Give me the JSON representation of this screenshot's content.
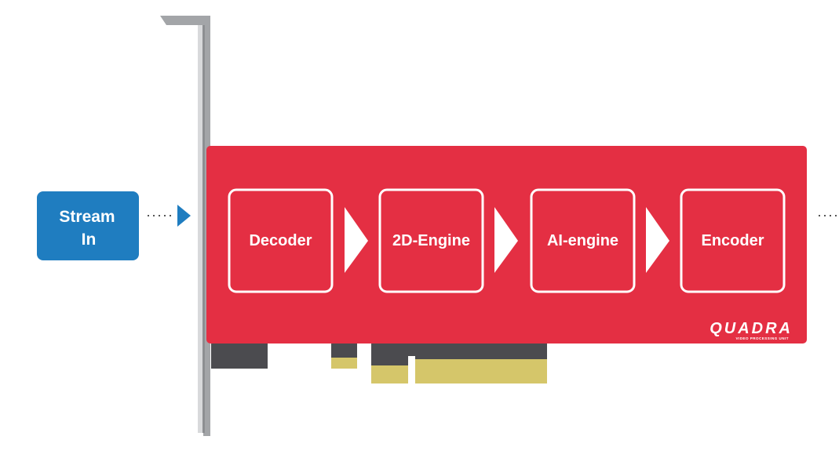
{
  "input": {
    "label_line1": "Stream",
    "label_line2": "In"
  },
  "stages": [
    {
      "label": "Decoder"
    },
    {
      "label": "2D-Engine"
    },
    {
      "label": "AI-engine"
    },
    {
      "label": "Encoder"
    }
  ],
  "brand": {
    "logo_text": "QUADRA",
    "tagline": "VIDEO PROCESSING UNIT"
  },
  "colors": {
    "card_red": "#e42f43",
    "stream_blue": "#1f7dc0",
    "bracket_gray": "#a3a5a8",
    "connector_dark": "#4b4b4f",
    "contact_gold": "#d5c66a"
  }
}
